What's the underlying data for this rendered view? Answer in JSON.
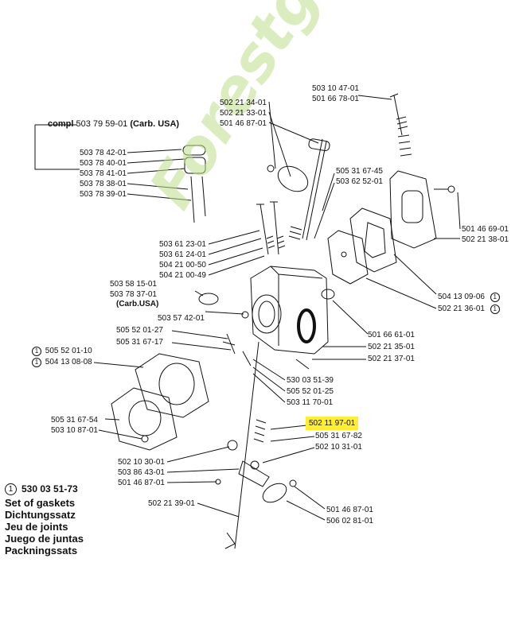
{
  "watermark": "Forestgarden.com",
  "compl": {
    "prefix": "compl",
    "number": "503 79 59-01",
    "note": "(Carb. USA)"
  },
  "left_group": [
    "503 78 42-01",
    "503 78 40-01",
    "503 78 41-01",
    "503 78 38-01",
    "503 78 39-01"
  ],
  "parts": {
    "p1": "503 10 47-01",
    "p2": "501 66 78-01",
    "p3": "502 21 34-01",
    "p4": "502 21 33-01",
    "p5": "501 46 87-01",
    "p6": "505 31 67-45",
    "p7": "503 62 52-01",
    "p8": "501 46 69-01",
    "p9": "502 21 38-01",
    "p10": "503 61 23-01",
    "p11": "503 61 24-01",
    "p12": "504 21 00-50",
    "p13": "504 21 00-49",
    "p14": "504 13 09-06",
    "p15": "502 21 36-01",
    "p16": "503 58 15-01",
    "p17": "503 78 37-01",
    "p17note": "(Carb.USA)",
    "p18": "503 57 42-01",
    "p19": "505 52 01-27",
    "p20": "505 31 67-17",
    "p21": "505 52 01-10",
    "p22": "504 13 08-08",
    "p23": "501 66 61-01",
    "p24": "502 21 35-01",
    "p25": "502 21 37-01",
    "p26": "530 03 51-39",
    "p27": "505 52 01-25",
    "p28": "503 11 70-01",
    "p29": "505 31 67-54",
    "p30": "503 10 87-01",
    "p31": "502 11 97-01",
    "p32": "505 31 67-82",
    "p33": "502 10 31-01",
    "p34": "502 10 30-01",
    "p35": "503 86 43-01",
    "p36": "501 46 87-01",
    "p37": "502 21 39-01",
    "p38": "501 46 87-01",
    "p39": "506 02 81-01"
  },
  "circle_marker": "1",
  "kit": {
    "number": "530 03 51-73",
    "names": [
      "Set of gaskets",
      "Dichtungssatz",
      "Jeu de joints",
      "Juego de juntas",
      "Packningssats"
    ]
  },
  "colors": {
    "highlight": "#ffef33",
    "watermark": "#9ccc4a",
    "ink": "#111111"
  }
}
